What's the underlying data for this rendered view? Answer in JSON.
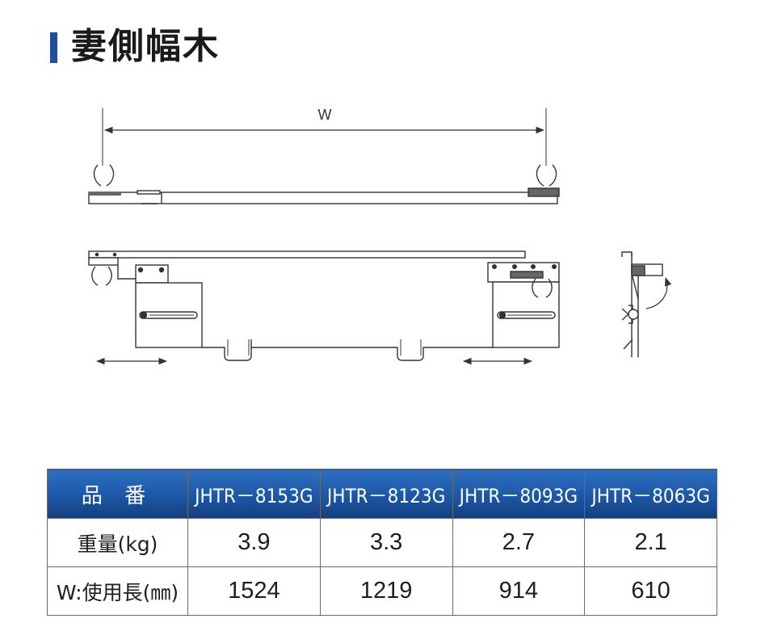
{
  "page": {
    "title": "妻側幅木",
    "accent_color": "#1f4e9c"
  },
  "drawing": {
    "width_label": "W"
  },
  "table": {
    "header_label": "品 番",
    "header_color": "#1c57a6",
    "columns": [
      "JHTR－8153G",
      "JHTR－8123G",
      "JHTR－8093G",
      "JHTR－8063G"
    ],
    "rows": [
      {
        "label": "重量(kg)",
        "values": [
          "3.9",
          "3.3",
          "2.7",
          "2.1"
        ]
      },
      {
        "label": "W:使用長(㎜)",
        "values": [
          "1524",
          "1219",
          "914",
          "610"
        ]
      }
    ]
  }
}
